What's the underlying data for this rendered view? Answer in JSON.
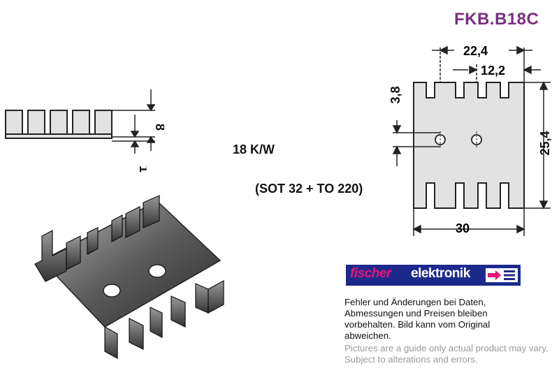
{
  "header": {
    "part_number": "FKB.B18C"
  },
  "specs": {
    "thermal_resistance": "18 K/W",
    "packages": "(SOT 32 + TO 220)"
  },
  "dimensions": {
    "height": "8",
    "thickness": "1",
    "overall_width": "22,4",
    "hole_spacing": "12,2",
    "slot_depth": "3,8",
    "length": "25,4",
    "width": "30"
  },
  "logo": {
    "word1": "fischer",
    "word2": "elektronik"
  },
  "disclaimer": {
    "german": "Fehler und Änderungen bei Daten, Abmessungen und Preisen bleiben vorbehalten. Bild kann vom Original abweichen.",
    "english": "Pictures are a guide only actual product may vary. Subject to alterations and errors."
  },
  "colors": {
    "title": "#7a2f80",
    "logo_bg": "#1c2a8c",
    "logo_accent": "#e9147a"
  }
}
